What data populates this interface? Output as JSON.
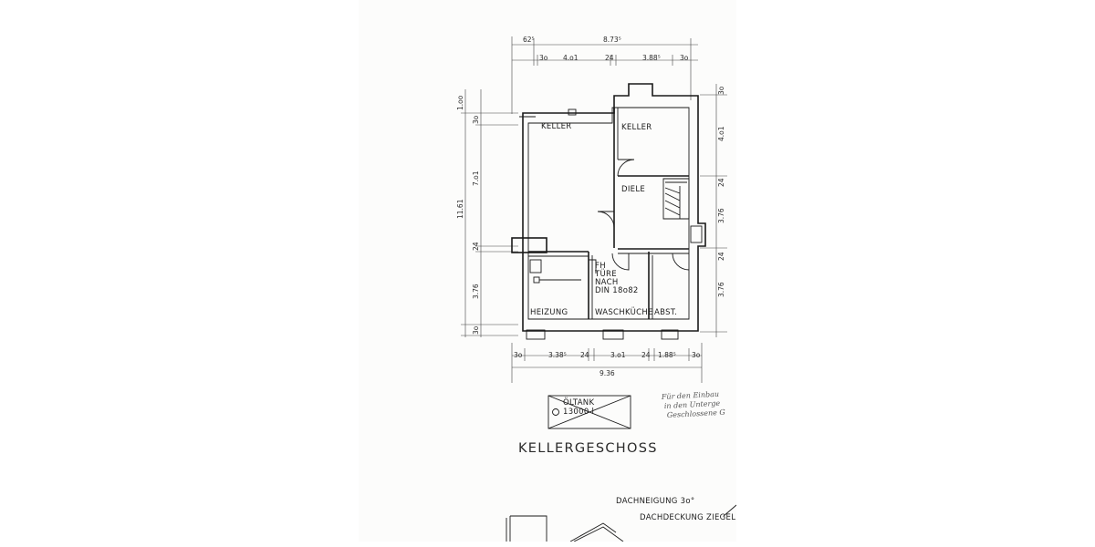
{
  "rooms": {
    "keller_left": "KELLER",
    "keller_right": "KELLER",
    "diele": "DIELE",
    "heizung": "HEIZUNG",
    "waschkueche": "WASCHKÜCHE",
    "abst": "ABST.",
    "fh_note": [
      "FH",
      "TÜRE",
      "NACH",
      "DIN 18o82"
    ]
  },
  "tank": {
    "line1": "ÖLTANK",
    "line2": "13000 l"
  },
  "title": "KELLERGESCHOSS",
  "handwritten": [
    "Für den Einbau",
    "in den Unterge",
    "Geschlossene G"
  ],
  "roof": {
    "slope": "DACHNEIGUNG 3o°",
    "cover": "DACHDECKUNG ZIEGEL"
  },
  "dims_top": {
    "offset": "62⁵",
    "overall": "8.73⁵",
    "parts": [
      "3o",
      "4.o1",
      "24",
      "3.88⁵",
      "3o"
    ]
  },
  "dims_bottom": {
    "parts": [
      "3o",
      "3.38⁵",
      "24",
      "3.o1",
      "24",
      "1.88⁵",
      "3o"
    ],
    "overall": "9.36"
  },
  "dims_left": {
    "overall": "11.61",
    "parts": [
      "1.oo",
      "3o",
      "7.o1",
      "24",
      "3.76",
      "3o"
    ]
  },
  "dims_right": {
    "parts": [
      "3o",
      "4.o1",
      "24",
      "3.76",
      "24",
      "3.76"
    ]
  }
}
